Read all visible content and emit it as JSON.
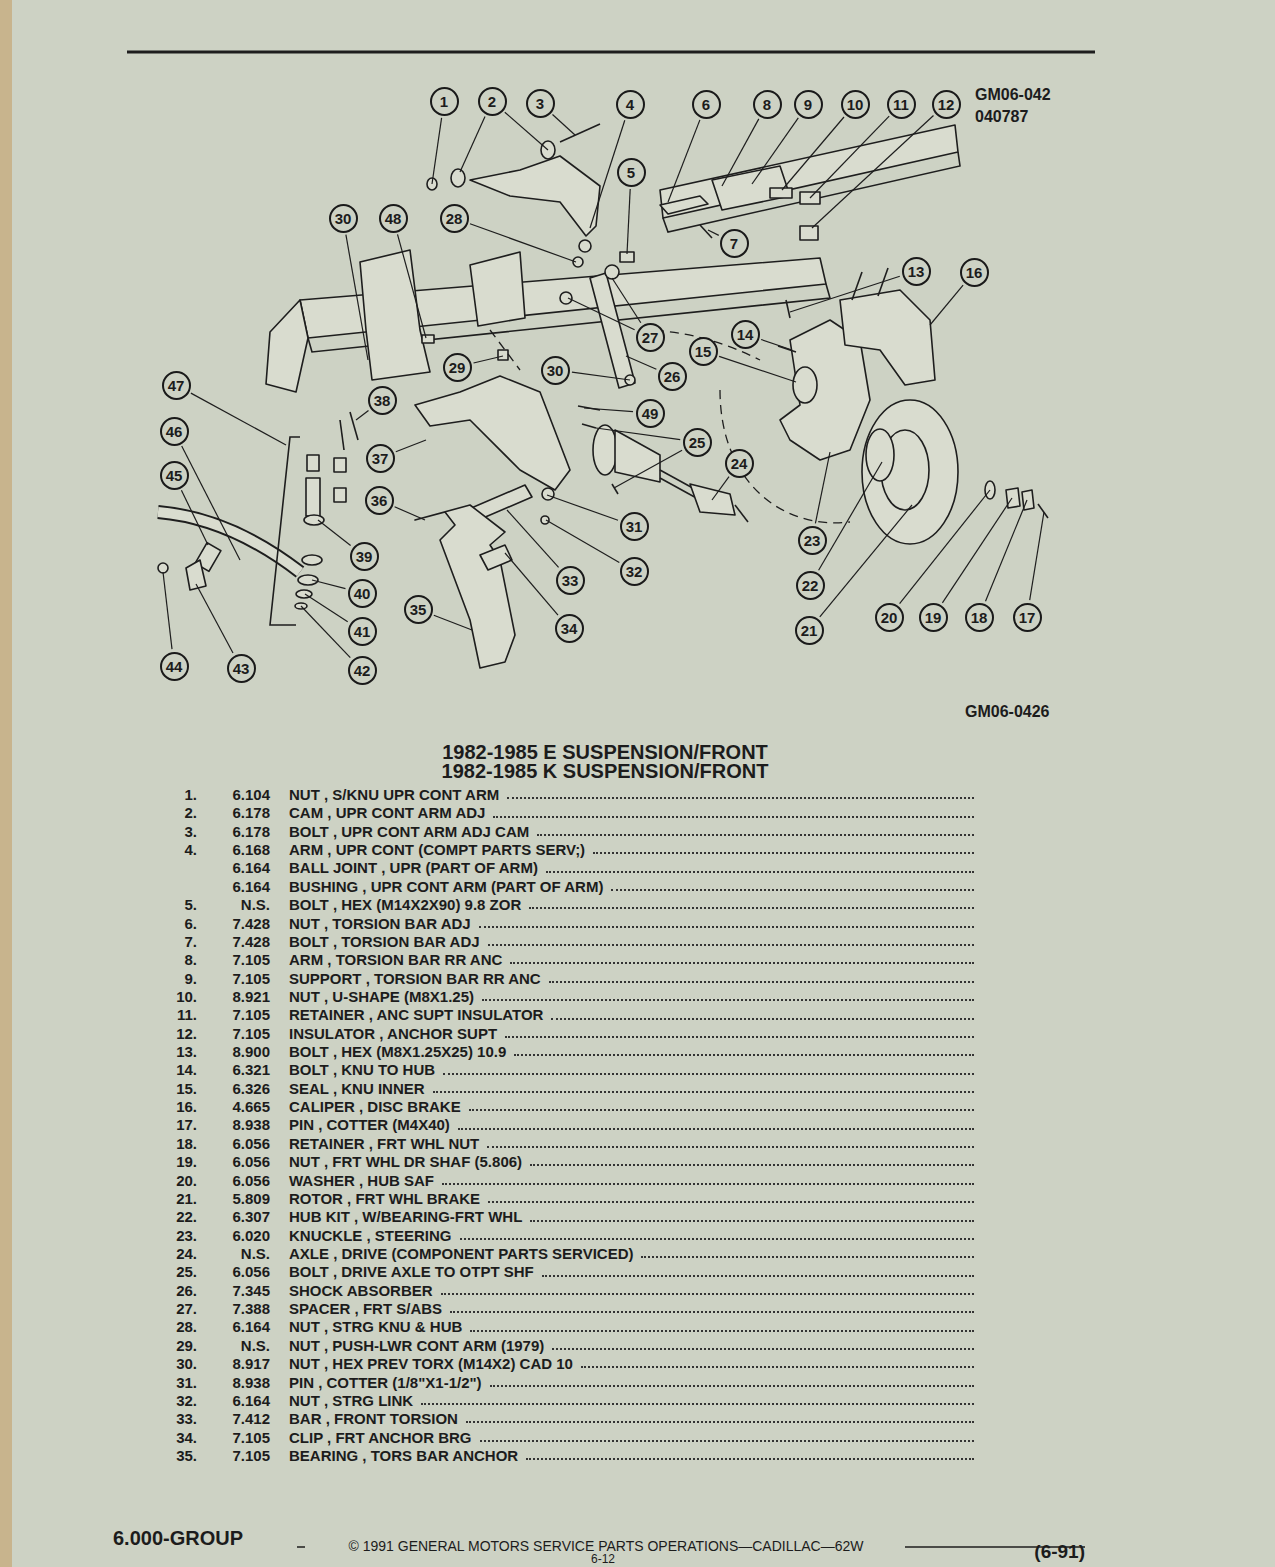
{
  "diagram": {
    "title": "1982-1985 E SUSPENSION/FRONT",
    "nodes": [
      {
        "text": [
          "1"
        ]
      },
      {
        "text": [
          "2"
        ]
      },
      {
        "text": [
          "3"
        ]
      },
      {
        "text": [
          "4"
        ]
      },
      {
        "text": [
          "5"
        ]
      },
      {
        "text": [
          "6"
        ]
      },
      {
        "text": [
          "7"
        ]
      },
      {
        "text": [
          "8"
        ]
      },
      {
        "text": [
          "9"
        ]
      },
      {
        "text": [
          "10"
        ]
      },
      {
        "text": [
          "11"
        ]
      },
      {
        "text": [
          "12"
        ]
      },
      {
        "text": [
          "13"
        ]
      },
      {
        "text": [
          "14"
        ]
      },
      {
        "text": [
          "15"
        ]
      },
      {
        "text": [
          "16"
        ]
      },
      {
        "text": [
          "17"
        ]
      },
      {
        "text": [
          "18"
        ]
      },
      {
        "text": [
          "19"
        ]
      },
      {
        "text": [
          "20"
        ]
      },
      {
        "text": [
          "21"
        ]
      },
      {
        "text": [
          "22"
        ]
      },
      {
        "text": [
          "23"
        ]
      },
      {
        "text": [
          "24"
        ]
      },
      {
        "text": [
          "25"
        ]
      },
      {
        "text": [
          "26"
        ]
      },
      {
        "text": [
          "27"
        ]
      },
      {
        "text": [
          "28"
        ]
      },
      {
        "text": [
          "29"
        ]
      },
      {
        "text": [
          "30"
        ]
      },
      {
        "text": [
          "30"
        ]
      },
      {
        "text": [
          "31"
        ]
      },
      {
        "text": [
          "32"
        ]
      },
      {
        "text": [
          "33"
        ]
      },
      {
        "text": [
          "34"
        ]
      },
      {
        "text": [
          "35"
        ]
      },
      {
        "text": [
          "36"
        ]
      },
      {
        "text": [
          "37"
        ]
      },
      {
        "text": [
          "38"
        ]
      },
      {
        "text": [
          "39"
        ]
      },
      {
        "text": [
          "40"
        ]
      },
      {
        "text": [
          "41"
        ]
      },
      {
        "text": [
          "42"
        ]
      },
      {
        "text": [
          "43"
        ]
      },
      {
        "text": [
          "44"
        ]
      },
      {
        "text": [
          "45"
        ]
      },
      {
        "text": [
          "46"
        ]
      },
      {
        "text": [
          "47"
        ]
      },
      {
        "text": [
          "48"
        ]
      },
      {
        "text": [
          "49"
        ]
      }
    ],
    "labels": [
      "GM06-042",
      "040787",
      "GM06-0426",
      "1982-1985 K SUSPENSION/FRONT",
      "1.",
      "6.104",
      "NUT , S/KNU UPR CONT ARM",
      "2.",
      "6.178",
      "CAM , UPR CONT ARM ADJ",
      "3.",
      "6.178",
      "BOLT , UPR CONT ARM ADJ CAM",
      "4.",
      "6.168",
      "ARM , UPR CONT (COMPT PARTS SERV;)",
      "6.164",
      "BALL JOINT , UPR (PART OF ARM)",
      "6.164",
      "BUSHING , UPR CONT ARM (PART OF ARM)",
      "5.",
      "N.S.",
      "BOLT , HEX (M14X2X90) 9.8 ZOR",
      "6.",
      "7.428",
      "NUT , TORSION BAR ADJ",
      "7.",
      "7.428",
      "BOLT , TORSION BAR ADJ",
      "8.",
      "7.105",
      "ARM , TORSION BAR RR ANC",
      "9.",
      "7.105",
      "SUPPORT , TORSION BAR RR ANC",
      "10.",
      "8.921",
      "NUT , U-SHAPE (M8X1.25)",
      "11.",
      "7.105",
      "RETAINER , ANC SUPT INSULATOR",
      "12.",
      "7.105",
      "INSULATOR , ANCHOR SUPT",
      "13.",
      "8.900",
      "BOLT , HEX (M8X1.25X25) 10.9",
      "14.",
      "6.321",
      "BOLT , KNU TO HUB",
      "15.",
      "6.326",
      "SEAL , KNU INNER",
      "16.",
      "4.665",
      "CALIPER , DISC BRAKE",
      "17.",
      "8.938",
      "PIN , COTTER (M4X40)",
      "18.",
      "6.056",
      "RETAINER , FRT WHL NUT",
      "19.",
      "6.056",
      "NUT , FRT WHL DR SHAF (5.806)",
      "20.",
      "6.056",
      "WASHER , HUB SAF",
      "21.",
      "5.809",
      "ROTOR , FRT WHL BRAKE",
      "22.",
      "6.307",
      "HUB KIT , W/BEARING-FRT WHL",
      "23.",
      "6.020",
      "KNUCKLE , STEERING",
      "24.",
      "N.S.",
      "AXLE , DRIVE (COMPONENT PARTS SERVICED)",
      "25.",
      "6.056",
      "BOLT , DRIVE AXLE TO OTPT SHF",
      "26.",
      "7.345",
      "SHOCK ABSORBER",
      "27.",
      "7.388",
      "SPACER , FRT S/ABS",
      "28.",
      "6.164",
      "NUT , STRG KNU & HUB",
      "29.",
      "N.S.",
      "NUT , PUSH-LWR CONT ARM (1979)",
      "30.",
      "8.917",
      "NUT , HEX PREV TORX (M14X2) CAD 10",
      "31.",
      "8.938",
      "PIN , COTTER (1/8\"X1-1/2\")",
      "32.",
      "6.164",
      "NUT , STRG LINK",
      "33.",
      "7.412",
      "BAR , FRONT TORSION",
      "34.",
      "7.105",
      "CLIP , FRT ANCHOR BRG",
      "35.",
      "7.105",
      "BEARING , TORS BAR ANCHOR",
      "© 1991 GENERAL MOTORS SERVICE PARTS OPERATIONS—CADILLAC—62W",
      "6.000-GROUP",
      "6-12",
      "(6-91)"
    ]
  }
}
